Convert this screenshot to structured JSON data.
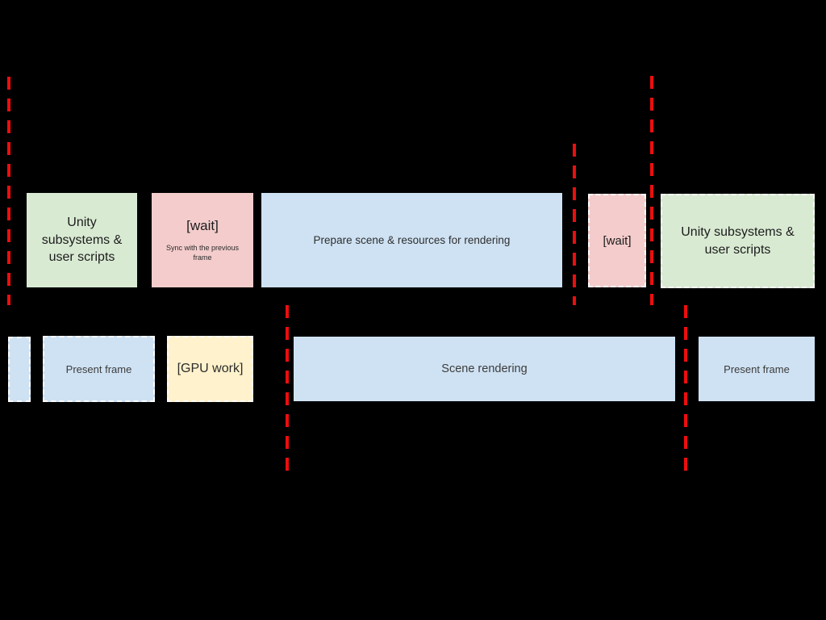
{
  "diagram": {
    "background_color": "#000000",
    "colors": {
      "subsystems_green": "#d9ead3",
      "wait_pink": "#f4cccc",
      "render_blue": "#cfe2f3",
      "gpu_work_yellow": "#fff2cc",
      "frame_marker_red": "#ec0e0e",
      "dashed_border_white": "#fcfcfc",
      "text_dark": "#1c1c1c"
    },
    "cpu_lane": {
      "boxes": [
        {
          "label": "Unity\nsubsystems &\nuser scripts"
        },
        {
          "label": "[wait]",
          "sublabel": "Sync with the previous\nframe"
        },
        {
          "label": "Prepare scene & resources for rendering"
        },
        {
          "label": "[wait]"
        },
        {
          "label": "Unity subsystems &\nuser scripts"
        }
      ]
    },
    "gpu_lane": {
      "boxes": [
        {
          "label": ""
        },
        {
          "label": "Present frame"
        },
        {
          "label": "[GPU work]"
        },
        {
          "label": "Scene rendering"
        },
        {
          "label": "Present frame"
        }
      ]
    },
    "frame_markers_count": 5
  }
}
